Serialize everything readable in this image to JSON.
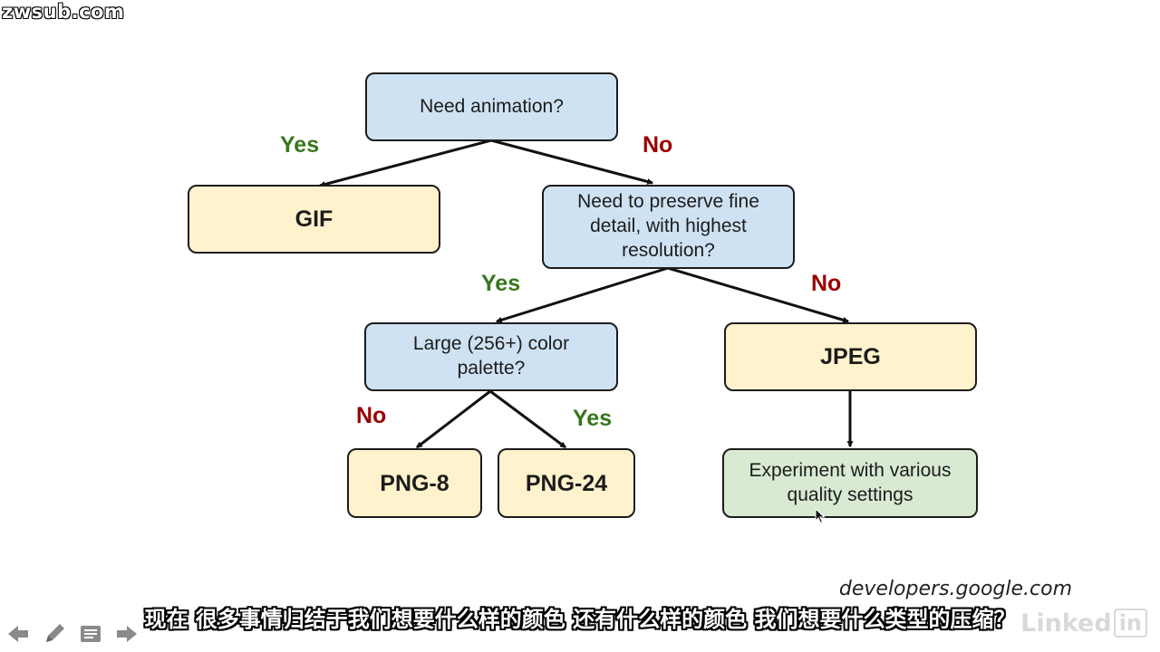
{
  "watermark": "zwsub.com",
  "diagram": {
    "nodes": {
      "need_animation": "Need animation?",
      "gif": "GIF",
      "preserve_detail": "Need to preserve fine detail, with highest resolution?",
      "large_palette": "Large (256+) color palette?",
      "jpeg": "JPEG",
      "png8": "PNG-8",
      "png24": "PNG-24",
      "experiment": "Experiment with various quality settings"
    },
    "edge_labels": {
      "animation_yes": "Yes",
      "animation_no": "No",
      "detail_yes": "Yes",
      "detail_no": "No",
      "palette_no": "No",
      "palette_yes": "Yes"
    },
    "colors": {
      "question_fill": "#cfe2f3",
      "format_fill": "#fff2cc",
      "action_fill": "#d9ead3",
      "yes_label": "#38761d",
      "no_label": "#990000"
    }
  },
  "source_credit": "developers.google.com",
  "subtitle": "现在  很多事情归结于我们想要什么样的颜色  还有什么样的颜色  我们想要什么类型的压缩？",
  "brand": {
    "text": "Linked",
    "badge": "in"
  },
  "controls": [
    {
      "name": "prev-slide-icon"
    },
    {
      "name": "pen-icon"
    },
    {
      "name": "notes-icon"
    },
    {
      "name": "next-slide-icon"
    }
  ]
}
